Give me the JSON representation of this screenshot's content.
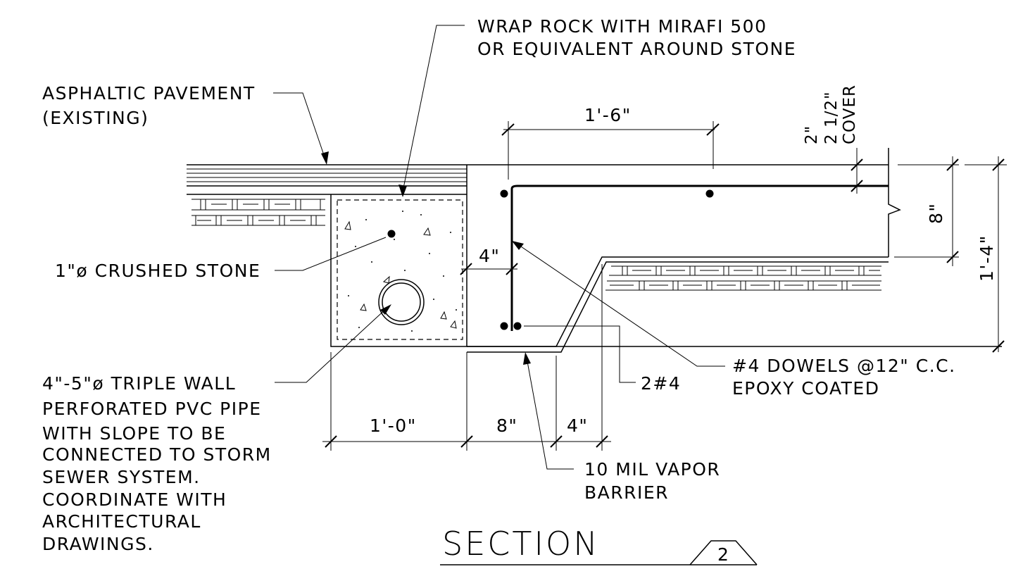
{
  "labels": {
    "wrap_line1": "WRAP ROCK WITH MIRAFI 500",
    "wrap_line2": "OR EQUIVALENT AROUND STONE",
    "asphalt_line1": "ASPHALTIC PAVEMENT",
    "asphalt_line2": "(EXISTING)",
    "stone": "1\"ø CRUSHED STONE",
    "pipe_lines": [
      "4\"-5\"ø TRIPLE WALL",
      "PERFORATED PVC PIPE",
      "WITH SLOPE TO BE",
      "CONNECTED TO STORM",
      "SEWER SYSTEM.",
      "COORDINATE WITH",
      "ARCHITECTURAL",
      "DRAWINGS."
    ],
    "dowels_line1": "#4 DOWELS @12\" C.C.",
    "dowels_line2": "EPOXY COATED",
    "rebar": "2#4",
    "vapor_line1": "10 MIL VAPOR",
    "vapor_line2": "BARRIER",
    "cover_line1": "2\"",
    "cover_line2": "2 1/2\"",
    "cover_line3": "COVER"
  },
  "dimensions": {
    "top_span": "1'-6\"",
    "offset": "4\"",
    "slab_depth": "8\"",
    "total_depth": "1'-4\"",
    "bottom_1": "1'-0\"",
    "bottom_2": "8\"",
    "bottom_3": "4\""
  },
  "title": {
    "text": "SECTION",
    "number": "2"
  }
}
